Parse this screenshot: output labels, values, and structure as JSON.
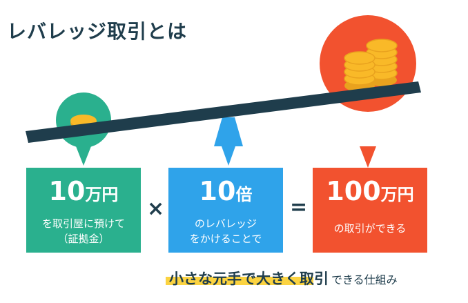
{
  "title": "レバレッジ取引とは",
  "boxes": {
    "margin": {
      "number": "10",
      "unit": "万円",
      "line1": "を取引屋に預けて",
      "line2": "（証拠金）"
    },
    "leverage": {
      "number": "10",
      "unit": "倍",
      "line1": "のレバレッジ",
      "line2": "をかけることで"
    },
    "trade": {
      "number": "100",
      "unit": "万円",
      "line1": "の取引ができる"
    }
  },
  "operators": {
    "times": "×",
    "equals": "="
  },
  "tagline": {
    "strong": "小さな元手で大きく取引",
    "light": "できる仕組み"
  },
  "colors": {
    "green": "#2ab08e",
    "blue": "#2fa3ea",
    "red": "#f2522f",
    "navy": "#1f3d4c",
    "coin": "#f9b928",
    "highlight": "#fbd341"
  },
  "icons": [
    "coin-icon",
    "coin-stack-icon"
  ]
}
